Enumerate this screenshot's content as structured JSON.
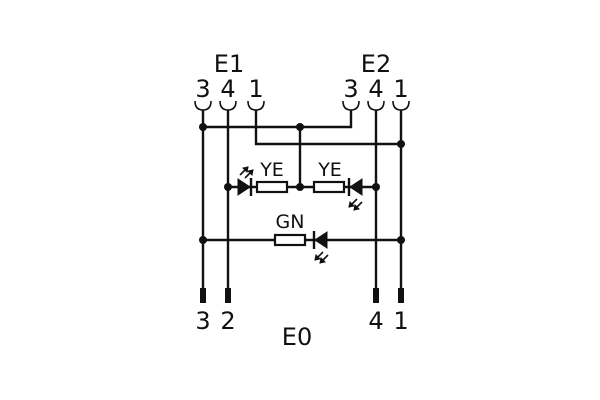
{
  "connectors": {
    "e1": {
      "name": "E1",
      "pins": [
        "3",
        "4",
        "1"
      ]
    },
    "e2": {
      "name": "E2",
      "pins": [
        "3",
        "4",
        "1"
      ]
    },
    "e0": {
      "name": "E0",
      "pins": [
        "3",
        "2",
        "4",
        "1"
      ]
    }
  },
  "components": {
    "led_left": {
      "color_label": "YE"
    },
    "led_right": {
      "color_label": "YE"
    },
    "led_bottom": {
      "color_label": "GN"
    }
  },
  "colors": {
    "line": "#111111",
    "background": "#ffffff"
  }
}
